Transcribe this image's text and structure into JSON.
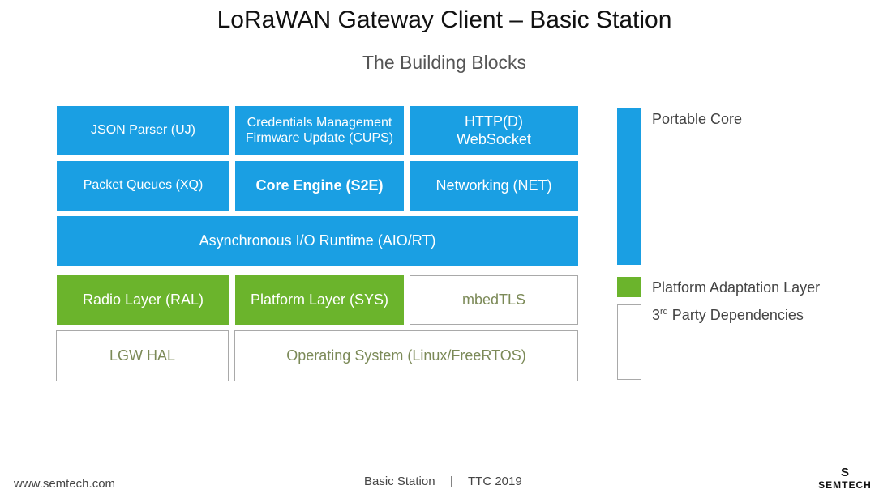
{
  "slide": {
    "title": "LoRaWAN Gateway Client – Basic Station",
    "subtitle": "The Building Blocks"
  },
  "blocks": {
    "json_parser": "JSON Parser (UJ)",
    "credentials_line1": "Credentials Management",
    "credentials_line2": "Firmware Update (CUPS)",
    "http_line1": "HTTP(D)",
    "http_line2": "WebSocket",
    "packet_queues": "Packet Queues (XQ)",
    "core_engine": "Core Engine (S2E)",
    "networking": "Networking (NET)",
    "aio_runtime": "Asynchronous I/O Runtime (AIO/RT)",
    "radio_layer": "Radio Layer (RAL)",
    "platform_layer": "Platform Layer (SYS)",
    "mbedtls": "mbedTLS",
    "lgw_hal": "LGW HAL",
    "operating_system": "Operating System (Linux/FreeRTOS)"
  },
  "legend": {
    "portable_core": "Portable Core",
    "platform_adaptation": "Platform Adaptation Layer",
    "third_party_num": "3",
    "third_party_sup": "rd",
    "third_party_rest": " Party Dependencies"
  },
  "colors": {
    "portable_core": "#1a9fe3",
    "platform_adaptation": "#6bb42c",
    "third_party": "#ffffff"
  },
  "footer": {
    "website": "www.semtech.com",
    "center_left": "Basic Station",
    "separator": "|",
    "center_right": "TTC 2019",
    "logo_mark": "S",
    "logo_text": "SEMTECH"
  }
}
